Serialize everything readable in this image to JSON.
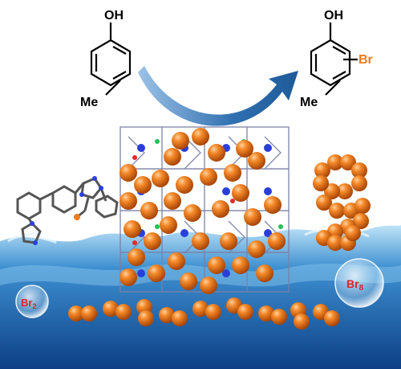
{
  "reactant": {
    "hydroxyl_label": "OH",
    "methyl_label": "Me"
  },
  "product": {
    "hydroxyl_label": "OH",
    "methyl_label": "Me",
    "bromo_label": "Br"
  },
  "bubbles": {
    "left_label_main": "Br",
    "left_label_sub": "2",
    "right_label_main": "Br",
    "right_label_sub": "8"
  },
  "colors": {
    "sphere": "#f07a1e",
    "sphere_dark": "#b34d05",
    "arrow": "#2f6fb0",
    "bromo": "#f07a1e",
    "water": "#1f66b4",
    "bubble_label": "#d9262c"
  }
}
